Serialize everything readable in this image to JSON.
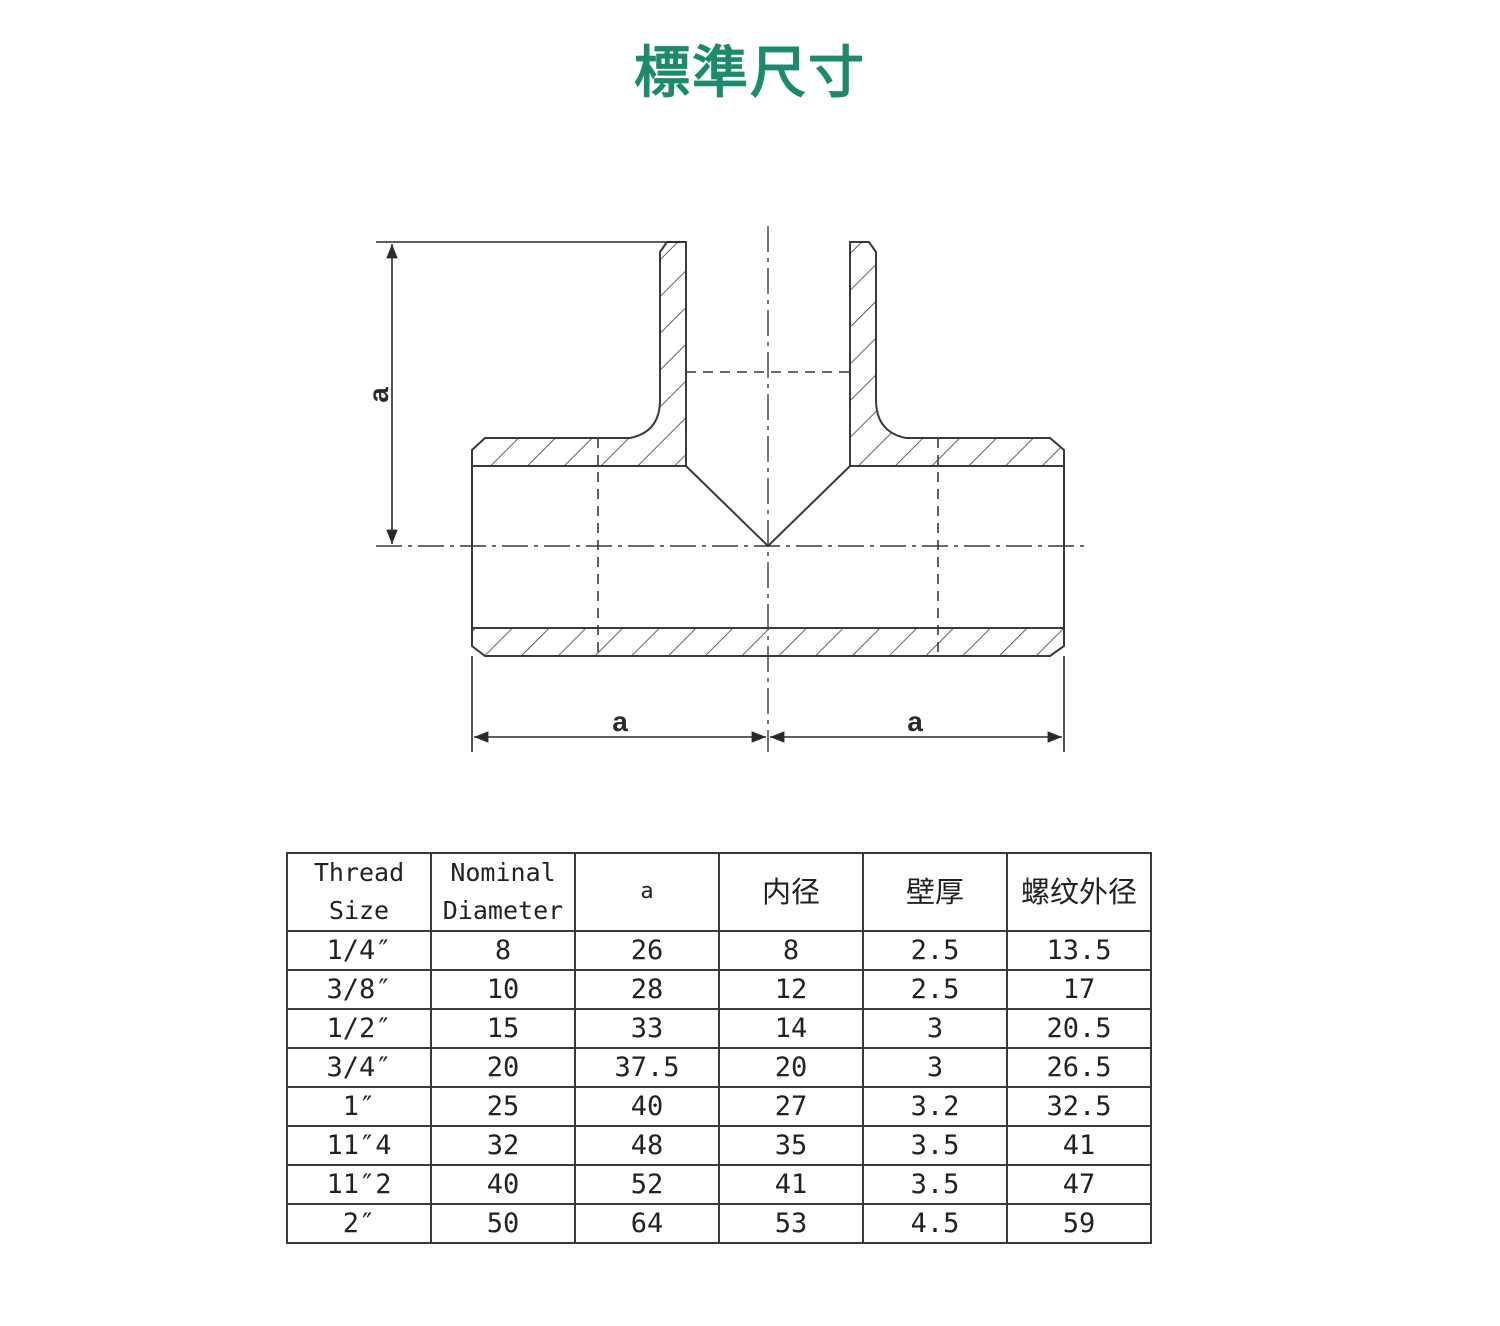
{
  "title": "標準尺寸",
  "colors": {
    "title": "#1d8a6e",
    "line": "#3a3a3a"
  },
  "drawing": {
    "dim_label_vertical": "a",
    "dim_label_left": "a",
    "dim_label_right": "a"
  },
  "table": {
    "headers": [
      {
        "line1": "Thread",
        "line2": "Size"
      },
      {
        "line1": "Nominal",
        "line2": "Diameter"
      },
      {
        "line1": "a",
        "line2": ""
      },
      {
        "line1": "内径",
        "line2": ""
      },
      {
        "line1": "壁厚",
        "line2": ""
      },
      {
        "line1": "螺纹外径",
        "line2": ""
      }
    ],
    "rows": [
      [
        "1/4″",
        "8",
        "26",
        "8",
        "2.5",
        "13.5"
      ],
      [
        "3/8″",
        "10",
        "28",
        "12",
        "2.5",
        "17"
      ],
      [
        "1/2″",
        "15",
        "33",
        "14",
        "3",
        "20.5"
      ],
      [
        "3/4″",
        "20",
        "37.5",
        "20",
        "3",
        "26.5"
      ],
      [
        "1″",
        "25",
        "40",
        "27",
        "3.2",
        "32.5"
      ],
      [
        "11″4",
        "32",
        "48",
        "35",
        "3.5",
        "41"
      ],
      [
        "11″2",
        "40",
        "52",
        "41",
        "3.5",
        "47"
      ],
      [
        "2″",
        "50",
        "64",
        "53",
        "4.5",
        "59"
      ]
    ]
  }
}
